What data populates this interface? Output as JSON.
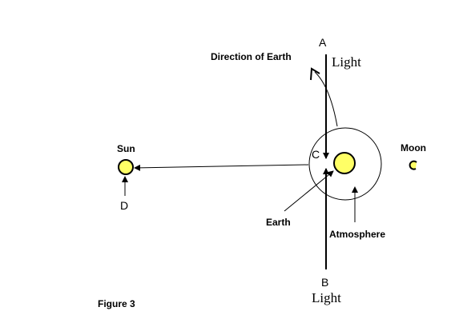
{
  "labels": {
    "point_a": "A",
    "point_b": "B",
    "point_c": "C",
    "point_d": "D",
    "light_top": "Light",
    "light_bottom": "Light",
    "direction_of_earth": "Direction of Earth",
    "sun": "Sun",
    "moon": "Moon",
    "earth": "Earth",
    "atmosphere": "Atmosphere",
    "figure_caption": "Figure 3"
  },
  "colors": {
    "body_fill": "#ffff66",
    "line": "#000000",
    "background": "#ffffff"
  }
}
